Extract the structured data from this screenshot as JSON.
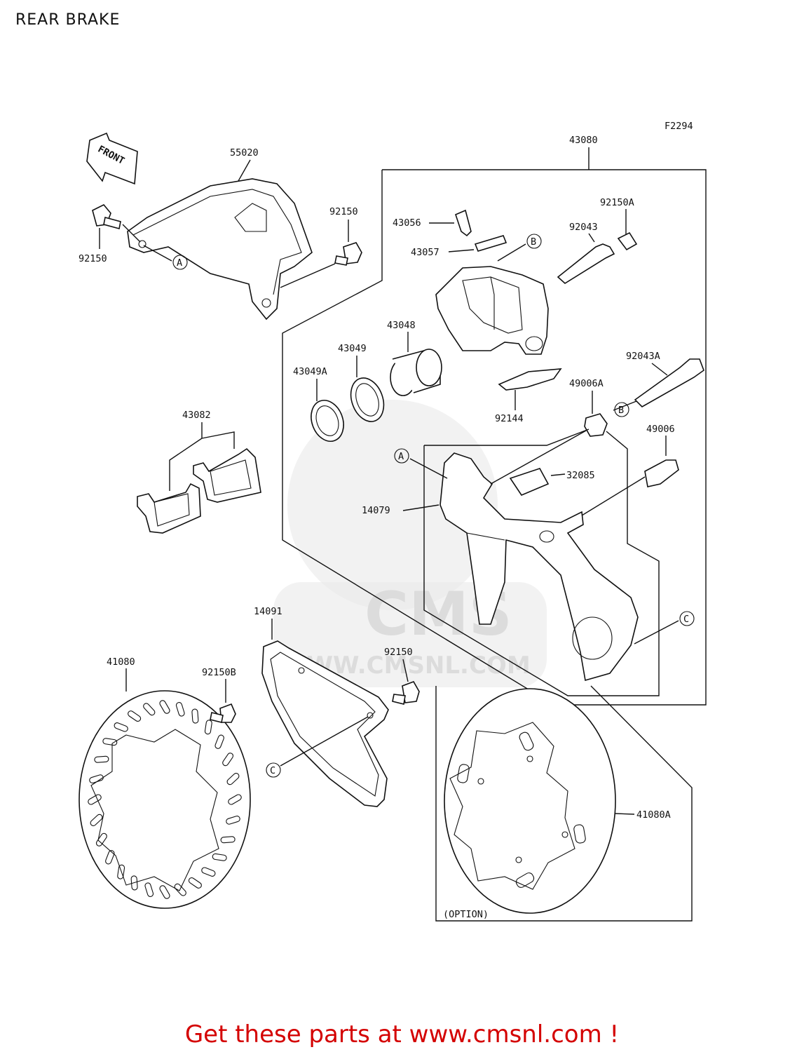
{
  "title": "REAR BRAKE",
  "figure_code": "F2294",
  "front_label": "FRONT",
  "watermark": {
    "brand": "CMS",
    "url": "WWW.CMSNL.COM"
  },
  "footer": "Get these parts at www.cmsnl.com !",
  "option_label": "(OPTION)",
  "refs": {
    "A": "A",
    "B": "B",
    "C": "C"
  },
  "parts": {
    "p55020": "55020",
    "p92150_left": "92150",
    "p92150_mid": "92150",
    "p92150_low": "92150",
    "p43080": "43080",
    "p43056": "43056",
    "p43057": "43057",
    "p92150A": "92150A",
    "p92043": "92043",
    "p43048": "43048",
    "p43049": "43049",
    "p43049A": "43049A",
    "p92043A": "92043A",
    "p49006A": "49006A",
    "p92144": "92144",
    "p43082": "43082",
    "p49006": "49006",
    "p32085": "32085",
    "p14079": "14079",
    "p14091": "14091",
    "p41080": "41080",
    "p92150B": "92150B",
    "p41080A": "41080A"
  },
  "colors": {
    "footer": "#d40000",
    "line": "#111111",
    "watermark": "#dcdcdc"
  }
}
